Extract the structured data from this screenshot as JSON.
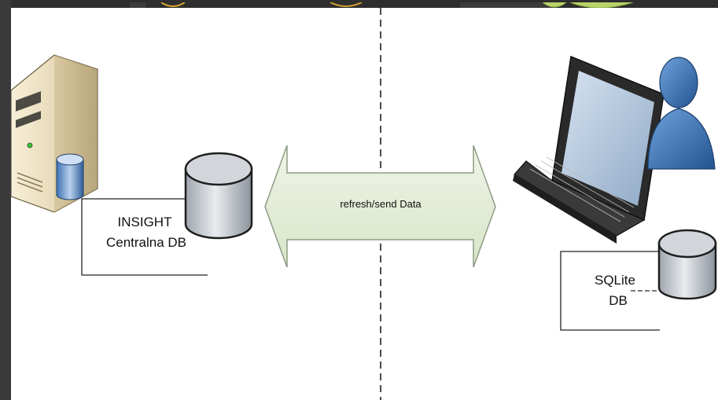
{
  "diagram": {
    "left_db_label_line1": "INSIGHT",
    "left_db_label_line2": "Centralna DB",
    "arrow_label": "refresh/send Data",
    "right_db_label_line1": "SQLite",
    "right_db_label_line2": "DB"
  },
  "icons": {
    "server": "server-tower-icon",
    "laptop": "laptop-icon",
    "user": "user-person-icon",
    "database": "database-cylinder-icon"
  },
  "colors": {
    "arrow_fill": "#e6efd9",
    "arrow_stroke": "#8f9b86",
    "db_fill": "#c9ced5",
    "db_stroke": "#222222",
    "user_fill": "#3f77b5",
    "server_fill": "#efe3c2",
    "screen_fill": "#a9bfd6"
  }
}
